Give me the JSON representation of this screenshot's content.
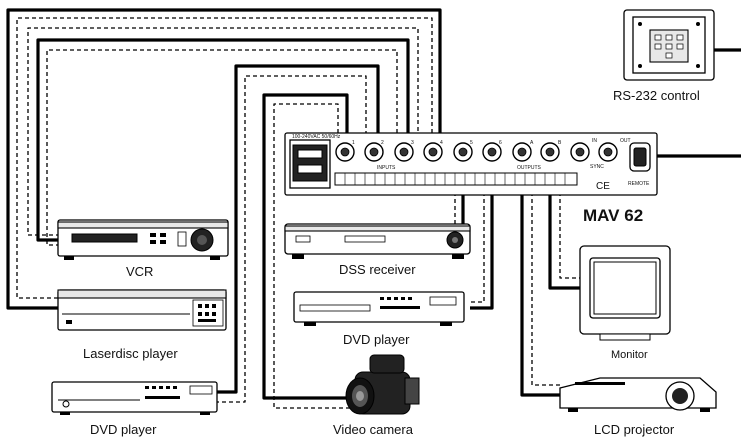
{
  "device": {
    "name": "MAV 62"
  },
  "panel": {
    "inputs_label": "INPUTS",
    "outputs_label": "OUTPUTS",
    "sync_label": "SYNC",
    "in_label": "IN",
    "out_label": "OUT",
    "remote_label": "REMOTE",
    "input_numbers": [
      "1",
      "2",
      "3",
      "4",
      "5",
      "6"
    ],
    "output_letters": [
      "A",
      "B"
    ]
  },
  "labels": {
    "rs232": "RS-232 control",
    "vcr": "VCR",
    "laserdisc": "Laserdisc player",
    "dvd_left": "DVD player",
    "dss": "DSS receiver",
    "dvd_middle": "DVD player",
    "video_camera": "Video camera",
    "monitor": "Monitor",
    "lcd_projector": "LCD projector"
  }
}
